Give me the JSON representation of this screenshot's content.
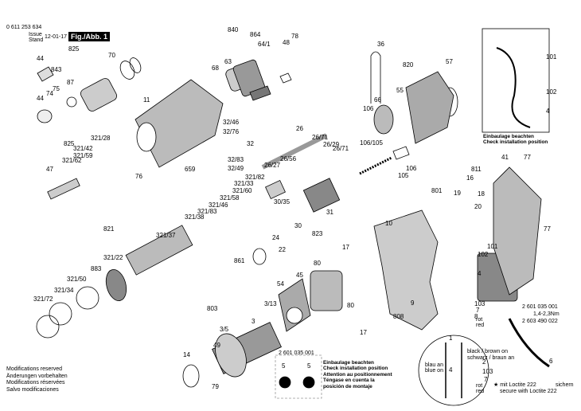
{
  "header": {
    "part_number": "0 611 253 634",
    "issue_label": "Issue",
    "stand_label": "Stand",
    "issue_date": "12-01-17",
    "figure_tag": "Fig./Abb. 1"
  },
  "notes": [
    "Modifications reserved",
    "Änderungen vorbehalten",
    "Modifications réservées",
    "Salvo modificaciones"
  ],
  "install_check_top": [
    "Einbaulage beachten",
    "Check installation position"
  ],
  "install_check_bottom": [
    "Einbaulage beachten",
    "Check installation position",
    "Attention au positionnement",
    "Téngase en cuenta la",
    "posición de montaje"
  ],
  "wire_labels": {
    "black_brown": "black / brown on",
    "schwarz_braun": "schwarz / braun an",
    "blau_an": "blau an",
    "blue_on": "blue on",
    "rot_top": "rot",
    "red_top": "red",
    "rot_bottom": "rot",
    "red_bottom": "red"
  },
  "loctite": [
    "sichern",
    "secure with Loctite 222"
  ],
  "loctite_star": "★ mit Loctite 222",
  "torque": [
    "2 601 035 001",
    "1,4-2,3Nm",
    "2 603 490 022"
  ],
  "brush_holder_ref": "2 601 035 001",
  "callouts": [
    {
      "t": "840"
    },
    {
      "t": "864"
    },
    {
      "t": "78"
    },
    {
      "t": "64/1"
    },
    {
      "t": "48"
    },
    {
      "t": "825"
    },
    {
      "t": "44"
    },
    {
      "t": "843"
    },
    {
      "t": "87"
    },
    {
      "t": "70"
    },
    {
      "t": "75"
    },
    {
      "t": "74"
    },
    {
      "t": "44"
    },
    {
      "t": "68"
    },
    {
      "t": "63"
    },
    {
      "t": "11"
    },
    {
      "t": "36"
    },
    {
      "t": "820"
    },
    {
      "t": "57"
    },
    {
      "t": "66"
    },
    {
      "t": "55"
    },
    {
      "t": "106"
    },
    {
      "t": "32/46"
    },
    {
      "t": "32/76"
    },
    {
      "t": "32"
    },
    {
      "t": "32/83"
    },
    {
      "t": "32/49"
    },
    {
      "t": "26"
    },
    {
      "t": "26/71"
    },
    {
      "t": "26/29"
    },
    {
      "t": "26/71"
    },
    {
      "t": "26/56"
    },
    {
      "t": "26/27"
    },
    {
      "t": "106/105"
    },
    {
      "t": "106"
    },
    {
      "t": "105"
    },
    {
      "t": "811"
    },
    {
      "t": "41"
    },
    {
      "t": "77"
    },
    {
      "t": "801"
    },
    {
      "t": "19"
    },
    {
      "t": "16"
    },
    {
      "t": "18"
    },
    {
      "t": "20"
    },
    {
      "t": "825"
    },
    {
      "t": "321/28"
    },
    {
      "t": "321/42"
    },
    {
      "t": "321/59"
    },
    {
      "t": "321/62"
    },
    {
      "t": "47"
    },
    {
      "t": "76"
    },
    {
      "t": "659"
    },
    {
      "t": "321/82"
    },
    {
      "t": "321/33"
    },
    {
      "t": "321/60"
    },
    {
      "t": "321/58"
    },
    {
      "t": "321/46"
    },
    {
      "t": "321/83"
    },
    {
      "t": "321/38"
    },
    {
      "t": "30/35"
    },
    {
      "t": "31"
    },
    {
      "t": "30"
    },
    {
      "t": "823"
    },
    {
      "t": "10"
    },
    {
      "t": "24"
    },
    {
      "t": "22"
    },
    {
      "t": "821"
    },
    {
      "t": "321/37"
    },
    {
      "t": "861"
    },
    {
      "t": "321/22"
    },
    {
      "t": "883"
    },
    {
      "t": "321/50"
    },
    {
      "t": "321/34"
    },
    {
      "t": "321/72"
    },
    {
      "t": "17"
    },
    {
      "t": "80"
    },
    {
      "t": "45"
    },
    {
      "t": "54"
    },
    {
      "t": "803"
    },
    {
      "t": "3/13"
    },
    {
      "t": "3/5"
    },
    {
      "t": "3"
    },
    {
      "t": "49"
    },
    {
      "t": "14"
    },
    {
      "t": "79"
    },
    {
      "t": "80"
    },
    {
      "t": "17"
    },
    {
      "t": "9"
    },
    {
      "t": "808"
    },
    {
      "t": "102"
    },
    {
      "t": "101"
    },
    {
      "t": "77"
    },
    {
      "t": "4"
    },
    {
      "t": "101"
    },
    {
      "t": "102"
    },
    {
      "t": "4"
    },
    {
      "t": "103"
    },
    {
      "t": "7"
    },
    {
      "t": "8"
    },
    {
      "t": "6"
    },
    {
      "t": "5"
    },
    {
      "t": "5"
    },
    {
      "t": "1"
    },
    {
      "t": "4"
    },
    {
      "t": "103"
    },
    {
      "t": "7"
    },
    {
      "t": "2"
    }
  ]
}
